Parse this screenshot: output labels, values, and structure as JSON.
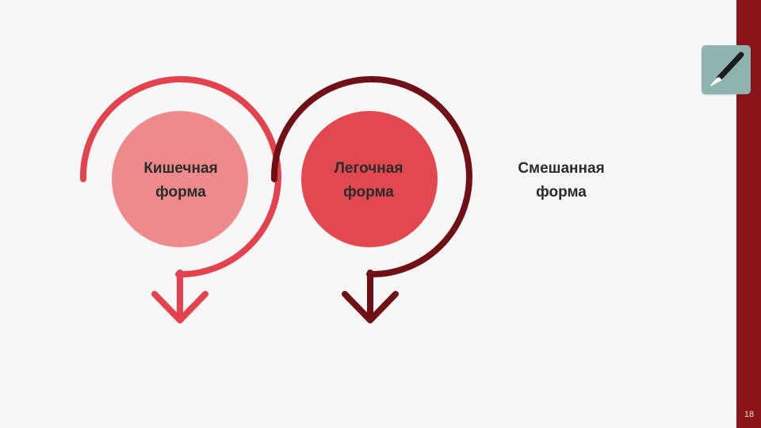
{
  "slide": {
    "page_number": "18",
    "colors": {
      "background": "#f7f7f7",
      "side_bar": "#8b1419",
      "arrow_1": "#e3434f",
      "arrow_2": "#6e1015",
      "circle_1": "#ee8a8c",
      "circle_2": "#e14850",
      "pen_button": "#8fb3ae"
    },
    "pen_tool": {
      "icon": "pen-icon"
    }
  },
  "forms": [
    {
      "line1": "Кишечная",
      "line2": "форма"
    },
    {
      "line1": "Легочная",
      "line2": "форма"
    },
    {
      "line1": "Смешанная",
      "line2": "форма"
    }
  ]
}
